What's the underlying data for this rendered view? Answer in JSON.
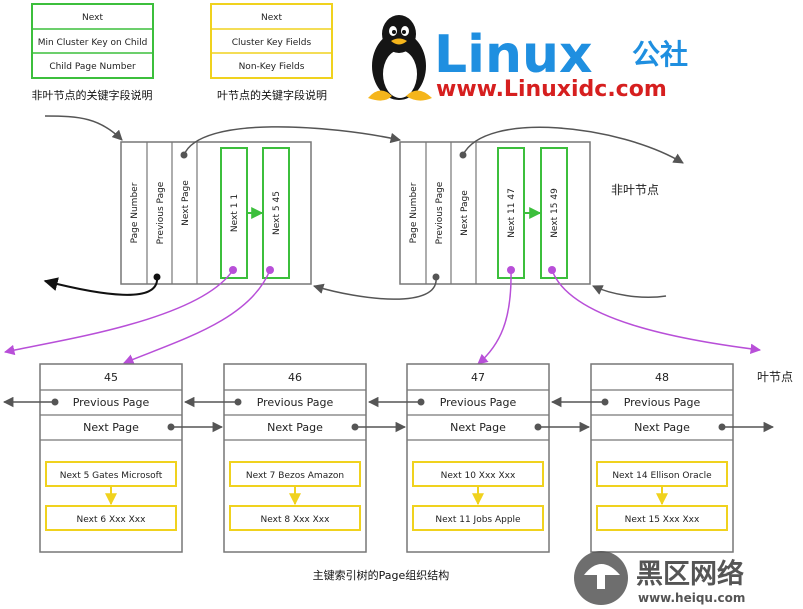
{
  "legend": {
    "nonleaf": {
      "rows": [
        "Next",
        "Min Cluster Key on Child",
        "Child Page Number"
      ],
      "caption": "非叶节点的关键字段说明"
    },
    "leaf": {
      "rows": [
        "Next",
        "Cluster Key Fields",
        "Non-Key Fields"
      ],
      "caption": "叶节点的关键字段说明"
    }
  },
  "logo": {
    "wordmark": "Linux",
    "suffix": "公社",
    "url": "www.Linuxidc.com"
  },
  "labels": {
    "nonleaf": "非叶节点",
    "leaf": "叶节点",
    "caption": "主键索引树的Page组织结构"
  },
  "nonleaf_pages": [
    {
      "fields": [
        "Page Number",
        "Previous Page",
        "Next Page"
      ],
      "records": [
        "Next 1 1",
        "Next 5 45"
      ]
    },
    {
      "fields": [
        "Page Number",
        "Previous Page",
        "Next Page"
      ],
      "records": [
        "Next 11 47",
        "Next 15 49"
      ]
    }
  ],
  "leaf_pages": [
    {
      "number": "45",
      "prev": "Previous Page",
      "next": "Next Page",
      "records": [
        "Next 5 Gates Microsoft",
        "Next 6 Xxx Xxx"
      ]
    },
    {
      "number": "46",
      "prev": "Previous Page",
      "next": "Next Page",
      "records": [
        "Next 7 Bezos Amazon",
        "Next 8 Xxx Xxx"
      ]
    },
    {
      "number": "47",
      "prev": "Previous Page",
      "next": "Next Page",
      "records": [
        "Next 10 Xxx Xxx",
        "Next 11 Jobs Apple"
      ]
    },
    {
      "number": "48",
      "prev": "Previous Page",
      "next": "Next Page",
      "records": [
        "Next 14 Ellison Oracle",
        "Next 15 Xxx Xxx"
      ]
    }
  ],
  "watermark": {
    "name": "黑区网络",
    "url": "www.heiqu.com"
  },
  "colors": {
    "green": "#3cbf3c",
    "yellow": "#f0d21e",
    "purple": "#b84fd8",
    "gray": "#555555",
    "logo_blue": "#1f8fe0",
    "logo_red": "#d61f1f"
  }
}
